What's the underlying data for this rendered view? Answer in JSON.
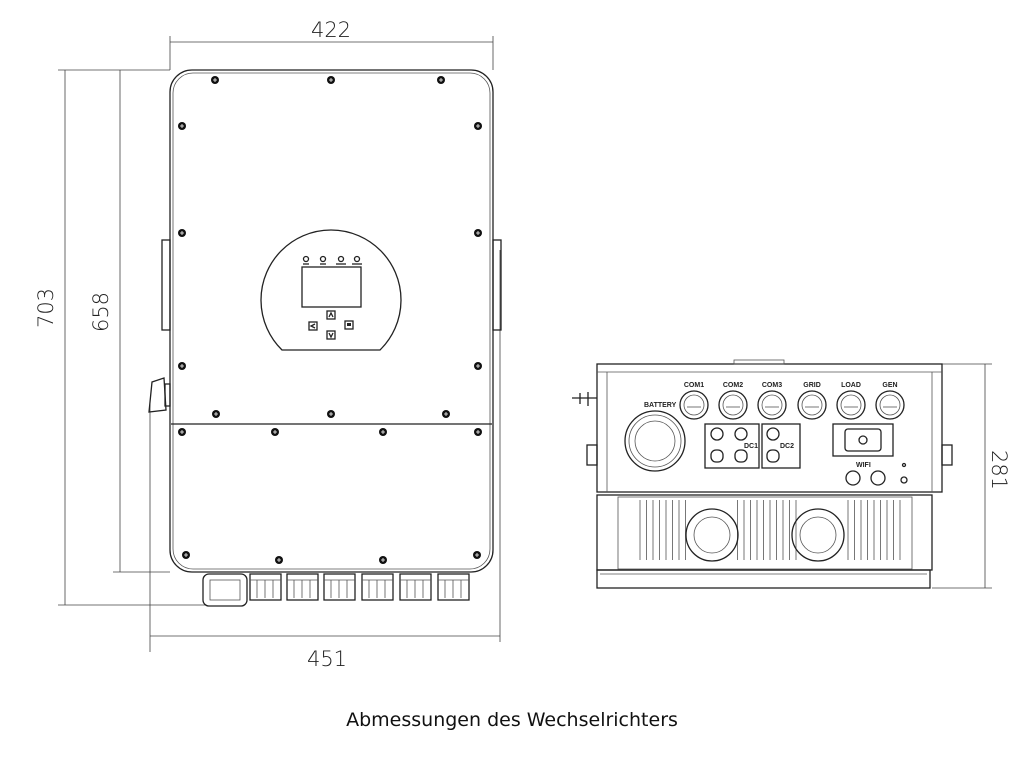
{
  "dimensions": {
    "front_width_top": "422",
    "front_width_bottom": "451",
    "front_height_total": "703",
    "front_height_body": "658",
    "side_depth": "281"
  },
  "side_view": {
    "labels": {
      "battery": "BATTERY",
      "ports": [
        "COM1",
        "COM2",
        "COM3",
        "GRID",
        "LOAD",
        "GEN"
      ],
      "dc1": "DC1",
      "dc2": "DC2",
      "wifi": "WIFI"
    }
  },
  "caption": "Abmessungen des Wechselrichters"
}
